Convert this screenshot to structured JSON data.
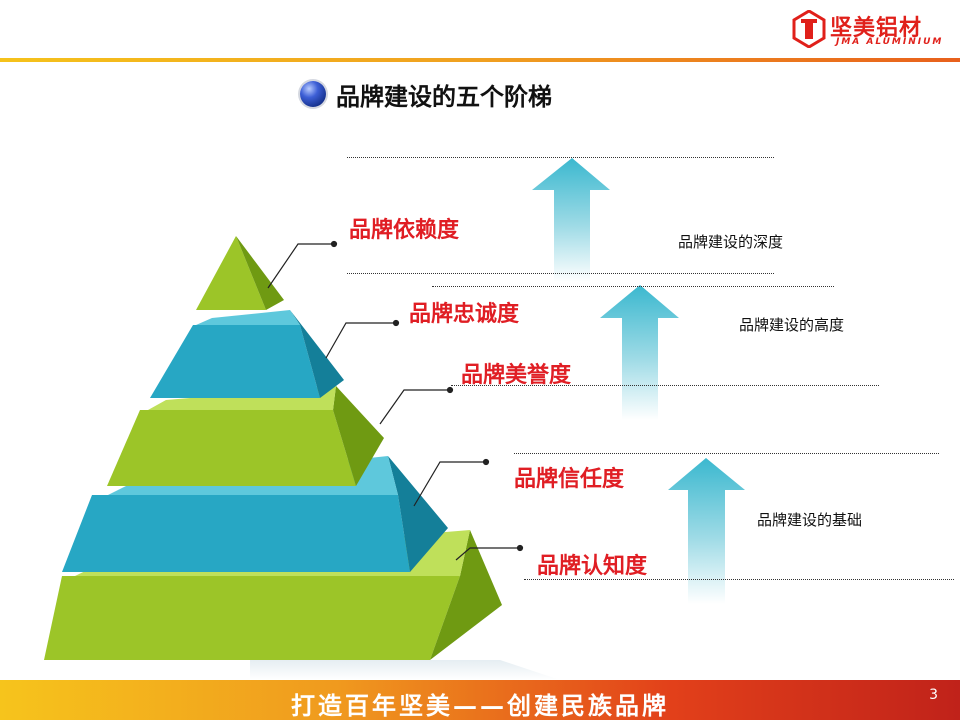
{
  "brand": {
    "name_cn": "坚美铝材",
    "name_en": "JMA ALUMINIUM",
    "color_primary": "#e0201a"
  },
  "slide": {
    "title": "品牌建设的五个阶梯",
    "page_number": "3",
    "footer_slogan": "打造百年坚美——创建民族品牌"
  },
  "pyramid": {
    "levels": [
      {
        "label": "品牌依赖度",
        "color": "green"
      },
      {
        "label": "品牌忠诚度",
        "color": "teal"
      },
      {
        "label": "品牌美誉度",
        "color": "green"
      },
      {
        "label": "品牌信任度",
        "color": "teal"
      },
      {
        "label": "品牌认知度",
        "color": "green"
      }
    ],
    "colors": {
      "green": "#9cc528",
      "teal": "#27a7c4"
    }
  },
  "stages": [
    {
      "text": "品牌建设的深度"
    },
    {
      "text": "品牌建设的高度"
    },
    {
      "text": "品牌建设的基础"
    }
  ]
}
